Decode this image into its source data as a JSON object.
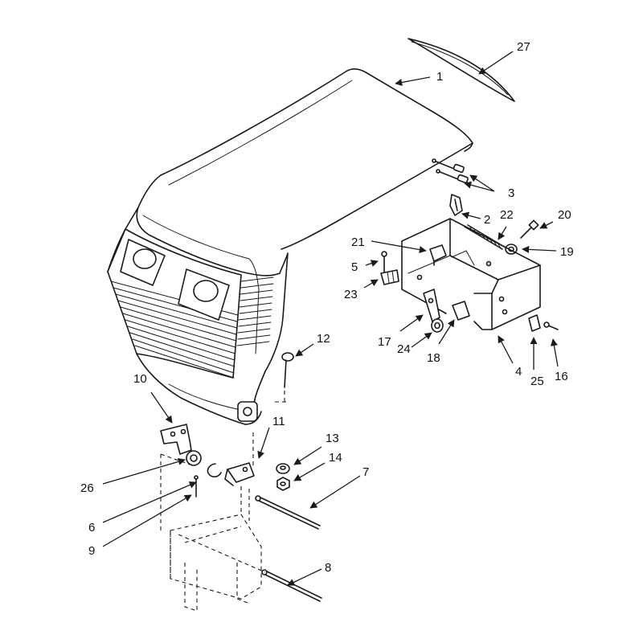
{
  "callouts": [
    {
      "id": "c1",
      "label": "1"
    },
    {
      "id": "c2",
      "label": "2"
    },
    {
      "id": "c3",
      "label": "3"
    },
    {
      "id": "c4",
      "label": "4"
    },
    {
      "id": "c5",
      "label": "5"
    },
    {
      "id": "c6",
      "label": "6"
    },
    {
      "id": "c7",
      "label": "7"
    },
    {
      "id": "c8",
      "label": "8"
    },
    {
      "id": "c9",
      "label": "9"
    },
    {
      "id": "c10",
      "label": "10"
    },
    {
      "id": "c11",
      "label": "11"
    },
    {
      "id": "c12",
      "label": "12"
    },
    {
      "id": "c13",
      "label": "13"
    },
    {
      "id": "c14",
      "label": "14"
    },
    {
      "id": "c16",
      "label": "16"
    },
    {
      "id": "c17",
      "label": "17"
    },
    {
      "id": "c18",
      "label": "18"
    },
    {
      "id": "c19",
      "label": "19"
    },
    {
      "id": "c20",
      "label": "20"
    },
    {
      "id": "c21",
      "label": "21"
    },
    {
      "id": "c22",
      "label": "22"
    },
    {
      "id": "c23",
      "label": "23"
    },
    {
      "id": "c24",
      "label": "24"
    },
    {
      "id": "c25",
      "label": "25"
    },
    {
      "id": "c26",
      "label": "26"
    },
    {
      "id": "c27",
      "label": "27"
    }
  ]
}
